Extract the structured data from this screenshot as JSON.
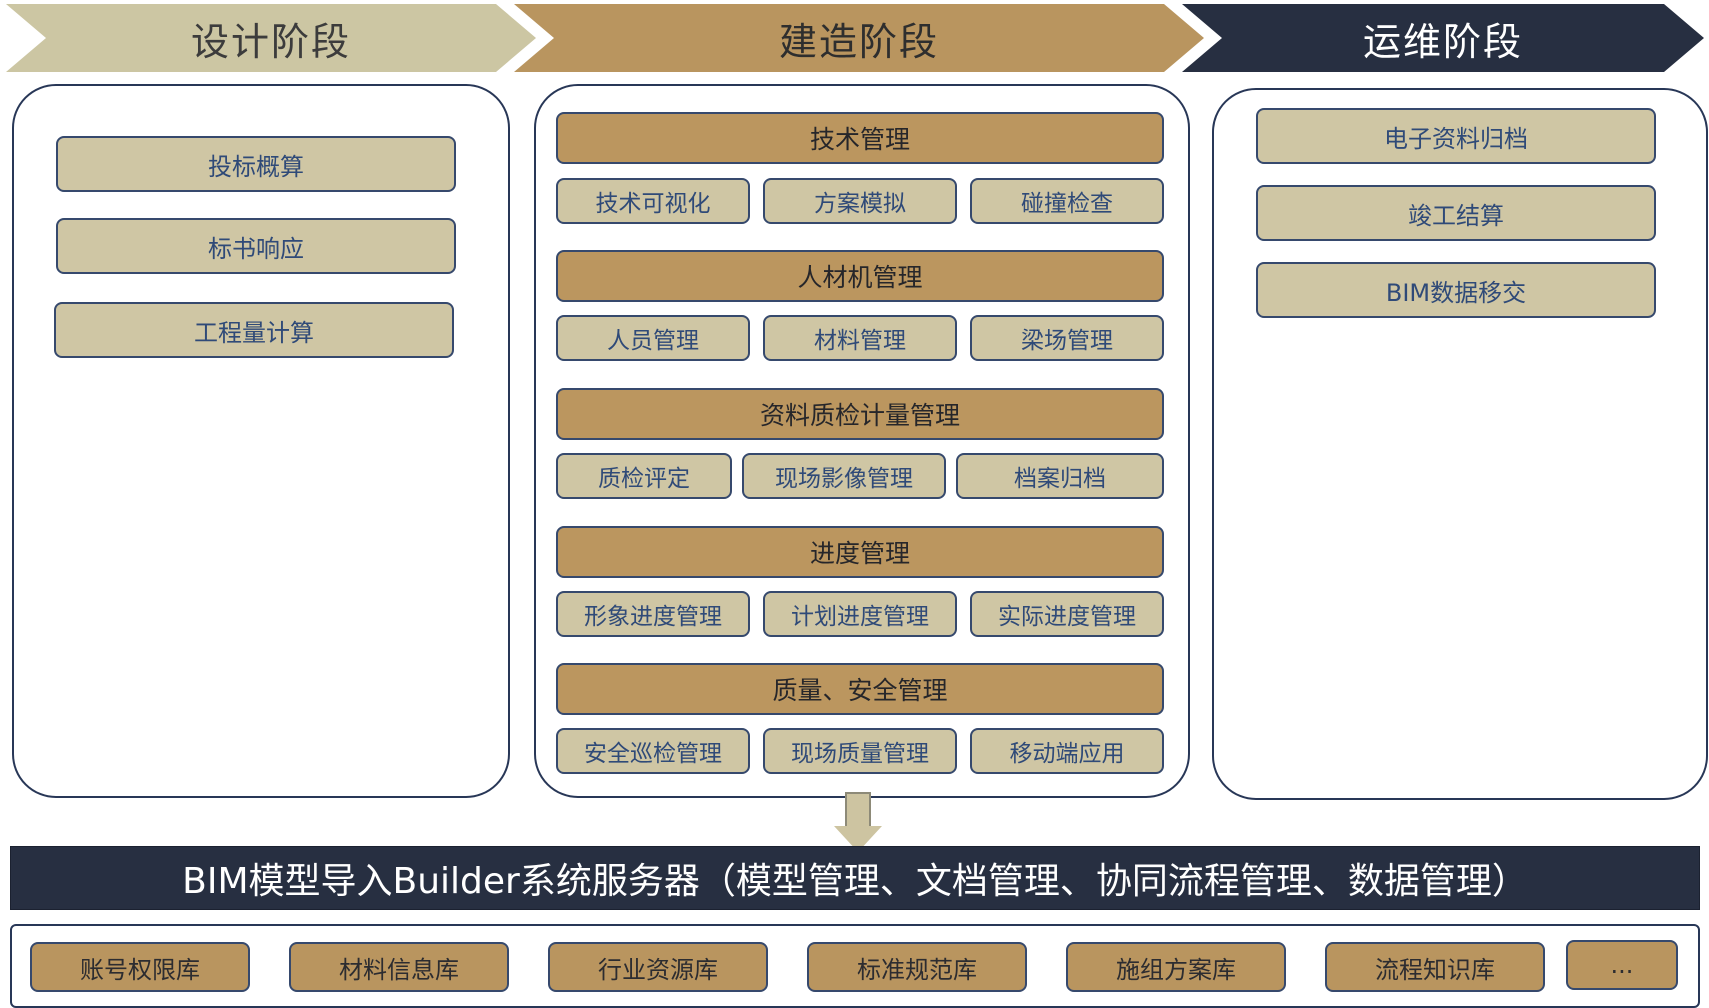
{
  "phases": {
    "design": "设计阶段",
    "build": "建造阶段",
    "ops": "运维阶段"
  },
  "design_items": [
    "投标概算",
    "标书响应",
    "工程量计算"
  ],
  "build_groups": [
    {
      "title": "技术管理",
      "items": [
        "技术可视化",
        "方案模拟",
        "碰撞检查"
      ]
    },
    {
      "title": "人材机管理",
      "items": [
        "人员管理",
        "材料管理",
        "梁场管理"
      ]
    },
    {
      "title": "资料质检计量管理",
      "items": [
        "质检评定",
        "现场影像管理",
        "档案归档"
      ]
    },
    {
      "title": "进度管理",
      "items": [
        "形象进度管理",
        "计划进度管理",
        "实际进度管理"
      ]
    },
    {
      "title": "质量、安全管理",
      "items": [
        "安全巡检管理",
        "现场质量管理",
        "移动端应用"
      ]
    }
  ],
  "ops_items": [
    "电子资料归档",
    "竣工结算",
    "BIM数据移交"
  ],
  "server": "BIM模型导入Builder系统服务器（模型管理、文档管理、协同流程管理、数据管理）",
  "databases": [
    "账号权限库",
    "材料信息库",
    "行业资源库",
    "标准规范库",
    "施组方案库",
    "流程知识库",
    "..."
  ],
  "colors": {
    "design_phase": "#ccc6a3",
    "build_phase": "#b9955f",
    "ops_phase": "#272f41",
    "panel_border": "#283757",
    "button_text": "#2f4a78"
  }
}
